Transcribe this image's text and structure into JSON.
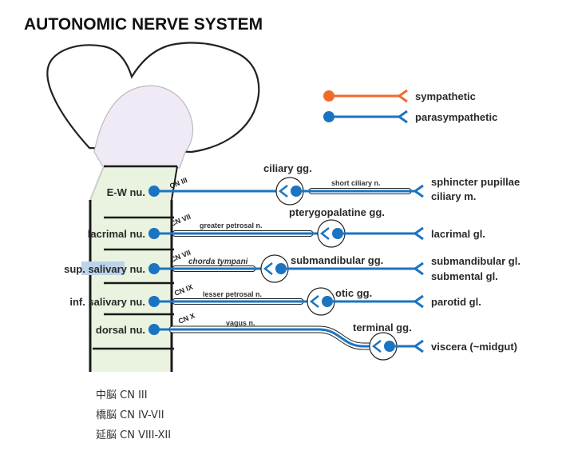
{
  "title": "AUTONOMIC NERVE SYSTEM",
  "legend": {
    "sympathetic": "sympathetic",
    "parasympathetic": "parasympathetic",
    "sympathetic_color": "#f06a2b",
    "parasympathetic_color": "#1b74c2"
  },
  "nuclei": {
    "ew": "E-W nu.",
    "lacrimal": "lacrimal nu.",
    "sup_salivary_prefix": "sup. ",
    "sup_salivary_highlight": "salivary",
    "sup_salivary_suffix": " nu.",
    "inf_salivary": "inf. salivary nu.",
    "dorsal": "dorsal nu."
  },
  "cranial_nerves": {
    "cn3": "CN III",
    "cn7a": "CN VII",
    "cn7b": "CN VII",
    "cn9": "CN IX",
    "cn10": "CN X"
  },
  "nerves": {
    "short_ciliary": "short ciliary n.",
    "greater_petrosal": "greater petrosal n.",
    "chorda_tympani": "chorda tympani",
    "lesser_petrosal": "lesser petrosal n.",
    "vagus": "vagus n."
  },
  "ganglia": {
    "ciliary": "ciliary gg.",
    "pterygopalatine": "pterygopalatine gg.",
    "submandibular": "submandibular gg.",
    "otic": "otic gg.",
    "terminal": "terminal gg."
  },
  "targets": {
    "sphincter_1": "sphincter pupillae",
    "sphincter_2": "ciliary m.",
    "lacrimal": "lacrimal gl.",
    "submandibular_1": "submandibular gl.",
    "submandibular_2": "submental gl.",
    "parotid": "parotid gl.",
    "viscera": "viscera (~midgut)"
  },
  "footnotes": {
    "midbrain": "中脳 CN III",
    "pons": "橋脳 CN IV-VII",
    "medulla": "延脳 CN VIII-XII"
  }
}
